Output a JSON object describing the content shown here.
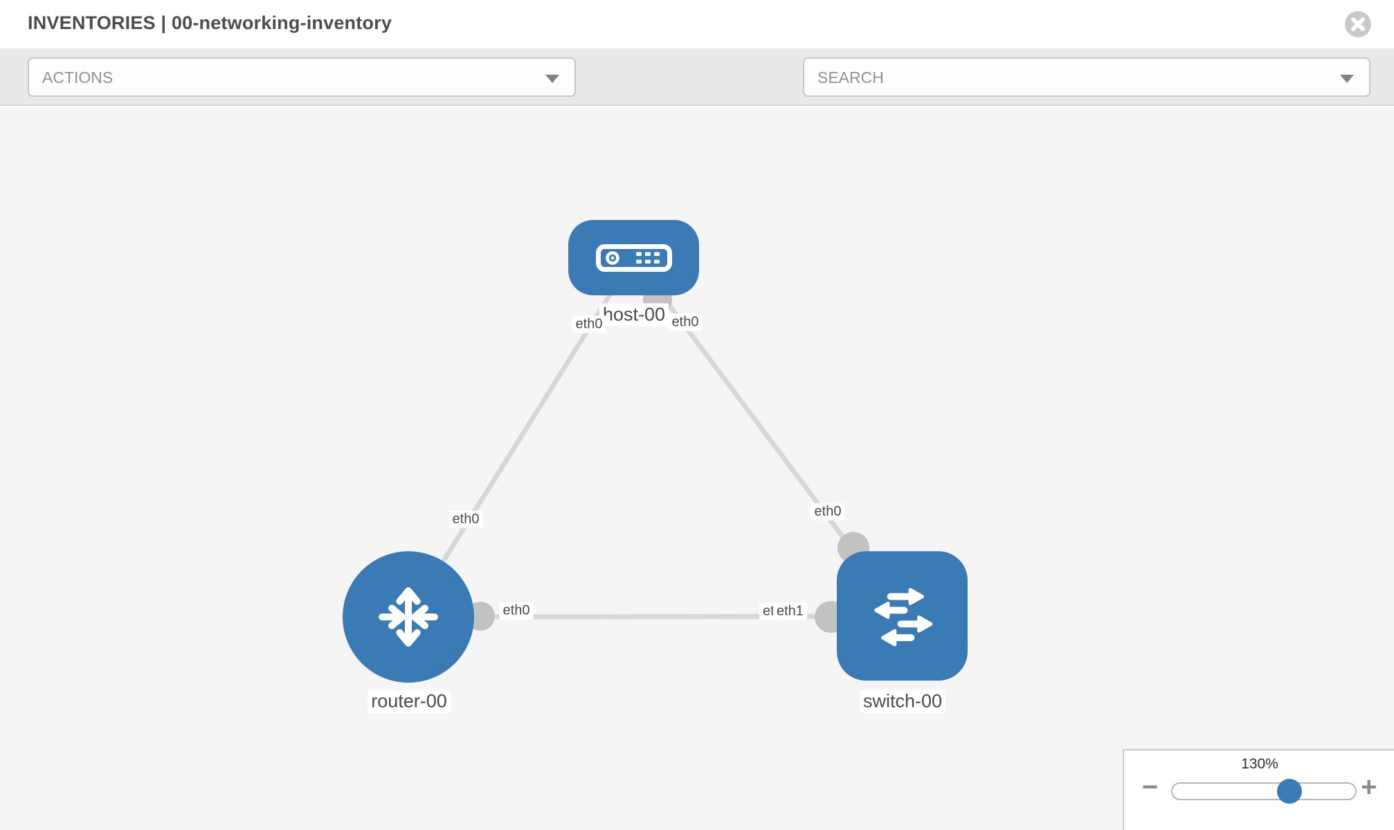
{
  "header": {
    "title": "INVENTORIES | 00-networking-inventory"
  },
  "toolbar": {
    "actions_label": "ACTIONS",
    "search_placeholder": "SEARCH"
  },
  "graph": {
    "nodes": [
      {
        "id": "host-00",
        "type": "host",
        "label": "host-00"
      },
      {
        "id": "router-00",
        "type": "router",
        "label": "router-00"
      },
      {
        "id": "switch-00",
        "type": "switch",
        "label": "switch-00"
      }
    ],
    "links": [
      {
        "from": "host-00",
        "to": "router-00",
        "from_iface": "eth0",
        "to_iface": "eth0"
      },
      {
        "from": "host-00",
        "to": "switch-00",
        "from_iface": "eth0",
        "to_iface": "eth0"
      },
      {
        "from": "router-00",
        "to": "switch-00",
        "from_iface": "eth0",
        "to_iface": "eth1"
      }
    ],
    "iface_labels": {
      "host_router_at_host": "eth0",
      "host_router_at_router": "eth0",
      "host_switch_at_host": "eth0",
      "host_switch_at_switch": "eth0",
      "router_switch_at_router": "eth0",
      "router_switch_at_switch_hidden": "eth0",
      "router_switch_at_switch": "eth1"
    }
  },
  "zoom_control": {
    "value": "130%",
    "minus_label": "−",
    "plus_label": "+",
    "slider_position_pct": 66
  },
  "colors": {
    "node_blue": "#3a7ab5",
    "link_gray": "#d7d7d7",
    "connector_gray": "#c2c2c2",
    "toolbar_bg": "#e9e9e9",
    "canvas_bg": "#f5f5f5"
  }
}
